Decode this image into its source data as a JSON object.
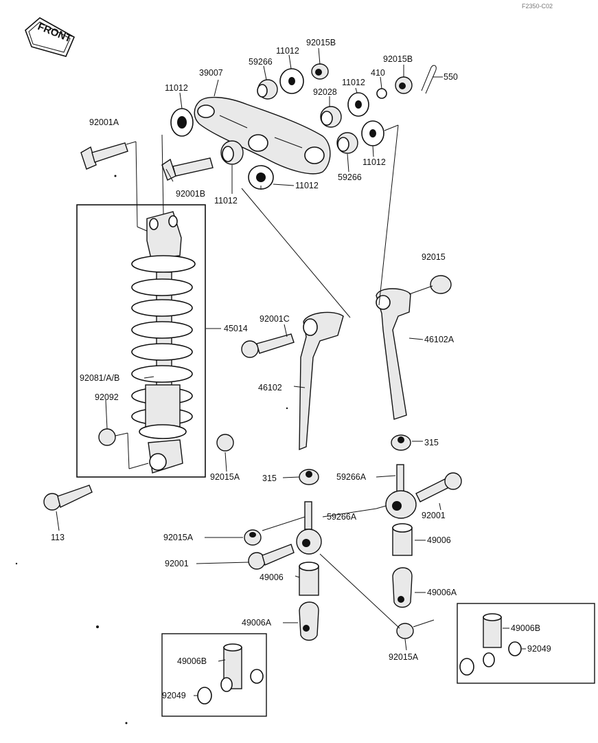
{
  "header": {
    "ref_code": "F2350-C02"
  },
  "front_badge": {
    "text": "FRONT"
  },
  "labels": {
    "l_92015B_top": "92015B",
    "l_11012_top": "11012",
    "l_59266_top": "59266",
    "l_39007": "39007",
    "l_11012_left": "11012",
    "l_92001A": "92001A",
    "l_92001B": "92001B",
    "l_11012_lowmid": "11012",
    "l_11012_lowright": "11012",
    "l_92028": "92028",
    "l_11012_mid": "11012",
    "l_410": "410",
    "l_92015B_right": "92015B",
    "l_550": "550",
    "l_11012_right": "11012",
    "l_59266_right": "59266",
    "l_92015_right": "92015",
    "l_46102A": "46102A",
    "l_45014": "45014",
    "l_92001C": "92001C",
    "l_46102": "46102",
    "l_92081": "92081/A/B",
    "l_92092": "92092",
    "l_92015A_mid": "92015A",
    "l_315_left": "315",
    "l_315_right": "315",
    "l_59266A_top": "59266A",
    "l_92001_right": "92001",
    "l_59266A_mid": "59266A",
    "l_113": "113",
    "l_92015A_left": "92015A",
    "l_49006_right": "49006",
    "l_92001_left": "92001",
    "l_49006_left": "49006",
    "l_49006A_right": "49006A",
    "l_49006A_left": "49006A",
    "l_49006B_right": "49006B",
    "l_92049_right": "92049",
    "l_92015A_bottom": "92015A",
    "l_49006B_left": "49006B",
    "l_92049_left": "92049"
  }
}
